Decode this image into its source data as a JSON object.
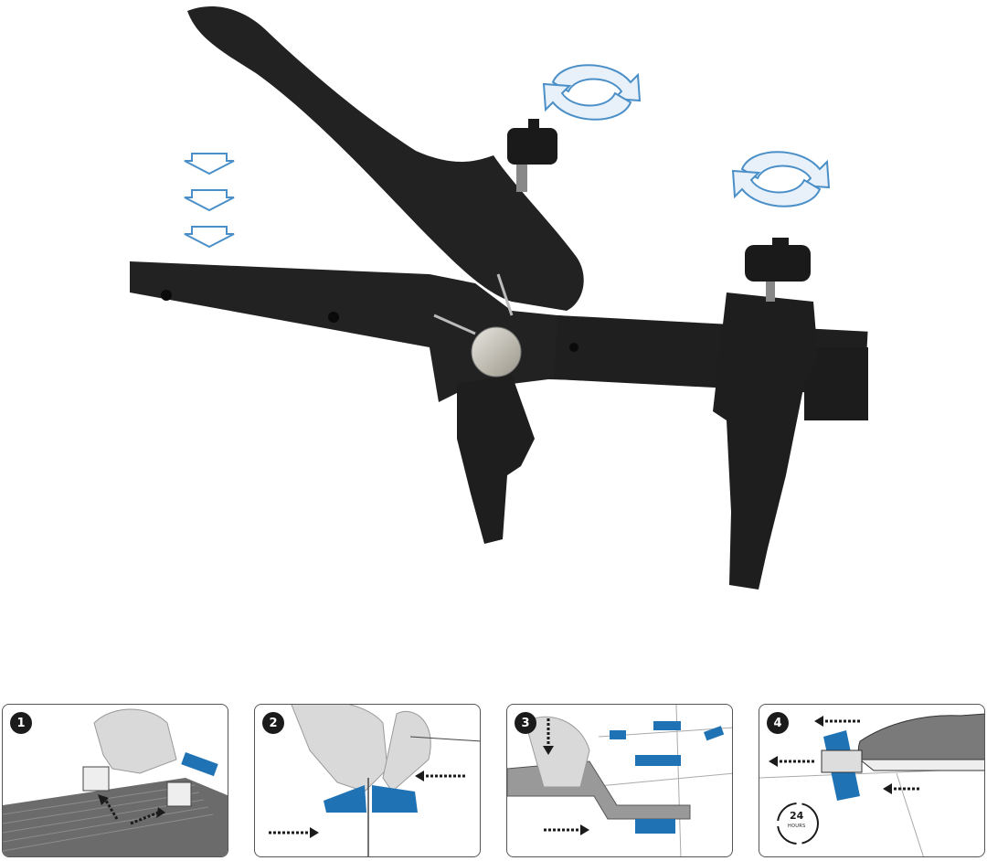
{
  "hero": {
    "subject": "tile-leveling-pliers",
    "accent_color": "#4a8fc8",
    "tool_color": "#222222"
  },
  "steps": [
    {
      "number": "1"
    },
    {
      "number": "2"
    },
    {
      "number": "3"
    },
    {
      "number": "4",
      "hours_value": "24",
      "hours_label": "HOURS"
    }
  ],
  "colors": {
    "wedge_blue": "#1f73b5",
    "line_dark": "#1b1b1b"
  }
}
